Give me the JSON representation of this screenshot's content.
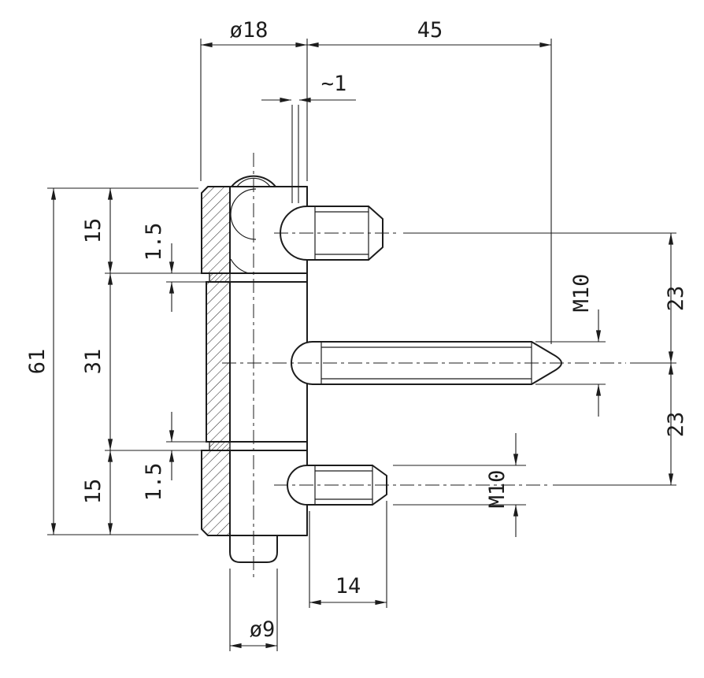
{
  "colors": {
    "background": "#ffffff",
    "line": "#1c1c1c"
  },
  "dims": {
    "dia18": "ø18",
    "len45": "45",
    "approx1": "~1",
    "top_knuckle15": "15",
    "top_gap15": "1.5",
    "total61": "61",
    "mid_knuckle31": "31",
    "bot_gap15": "1.5",
    "bot_knuckle15": "15",
    "upper_offset23": "23",
    "lower_offset23": "23",
    "mid_thread": "M10",
    "bot_thread": "M10",
    "bot_pin_len14": "14",
    "stub_dia9": "ø9"
  }
}
